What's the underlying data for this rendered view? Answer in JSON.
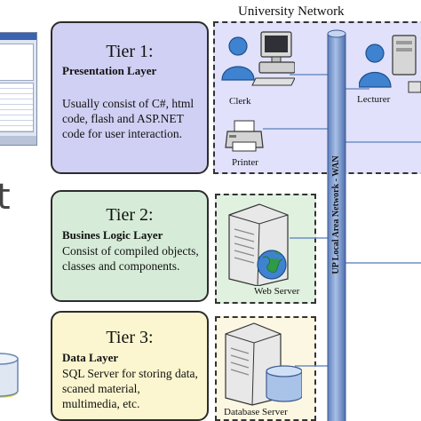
{
  "network": {
    "title": "University Network",
    "backbone_label": "UP Local Area Network - WAN"
  },
  "tiers": [
    {
      "title": "Tier 1:",
      "subtitle": "Presentation Layer",
      "description": "Usually consist of C#, html code, flash and ASP.NET code for user interaction.",
      "color": "#cfd0f3"
    },
    {
      "title": "Tier 2:",
      "subtitle": "Busines Logic Layer",
      "description": "Consist of compiled objects, classes and components.",
      "color": "#d6ecd8"
    },
    {
      "title": "Tier 3:",
      "subtitle": "Data Layer",
      "description": "SQL Server for storing data, scaned material, multimedia, etc.",
      "color": "#fbf6cf"
    }
  ],
  "nodes": {
    "clerk": "Clerk",
    "lecturer": "Lecturer",
    "printer": "Printer",
    "web_server": "Web Server",
    "database_server": "Database Server"
  },
  "fragments": {
    "left_text": "t"
  },
  "colors": {
    "group1_fill": "#e1e1fb",
    "group2_fill": "#e0f1e0",
    "group3_fill": "#fbf7e2",
    "backbone": "#7897c8",
    "person_blue": "#3f82cf",
    "globe": "#2f9a48"
  }
}
